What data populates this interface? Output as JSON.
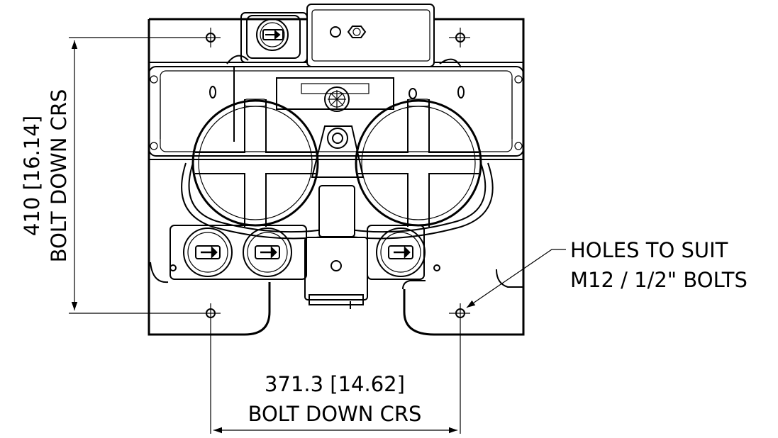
{
  "dimensions": {
    "vertical": {
      "line1": "410 [16.14]",
      "line2": "BOLT DOWN CRS"
    },
    "horizontal": {
      "line1": "371.3 [14.62]",
      "line2": "BOLT DOWN CRS"
    }
  },
  "callout": {
    "line1": "HOLES TO SUIT",
    "line2": "M12 / 1/2\" BOLTS"
  },
  "colors": {
    "line": "#000000",
    "background": "#ffffff"
  }
}
